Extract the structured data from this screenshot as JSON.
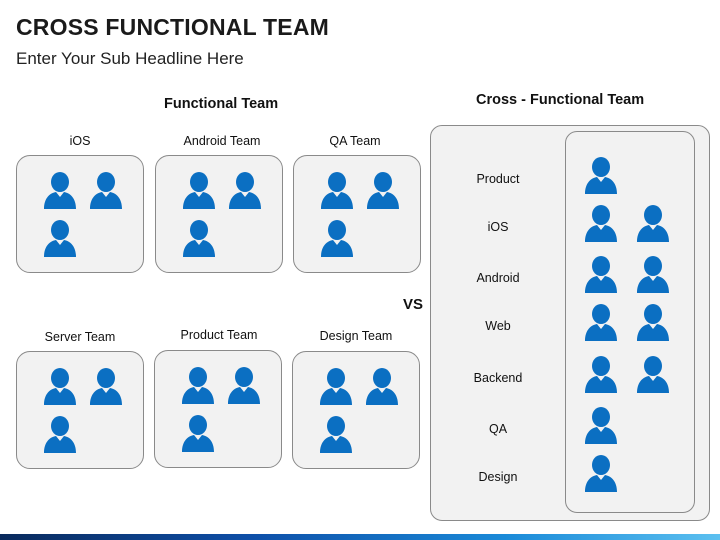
{
  "header": {
    "title": "CROSS FUNCTIONAL TEAM",
    "subtitle": "Enter Your Sub Headline Here"
  },
  "functional": {
    "title": "Functional Team",
    "teams": [
      {
        "label": "iOS",
        "people": 3
      },
      {
        "label": "Android  Team",
        "people": 3
      },
      {
        "label": "QA  Team",
        "people": 3
      },
      {
        "label": "Server Team",
        "people": 3
      },
      {
        "label": "Product Team",
        "people": 3
      },
      {
        "label": "Design Team",
        "people": 3
      }
    ]
  },
  "vs_label": "VS",
  "cross": {
    "title": "Cross - Functional Team",
    "rows": [
      {
        "label": "Product",
        "people": 1
      },
      {
        "label": "iOS",
        "people": 2
      },
      {
        "label": "Android",
        "people": 2
      },
      {
        "label": "Web",
        "people": 2
      },
      {
        "label": "Backend",
        "people": 2
      },
      {
        "label": "QA",
        "people": 1
      },
      {
        "label": "Design",
        "people": 1
      }
    ]
  },
  "colors": {
    "person": "#0b6fc2",
    "box_fill": "#f2f2f2",
    "box_border": "#8a8a8a"
  },
  "icons": {
    "person": "person-icon"
  }
}
